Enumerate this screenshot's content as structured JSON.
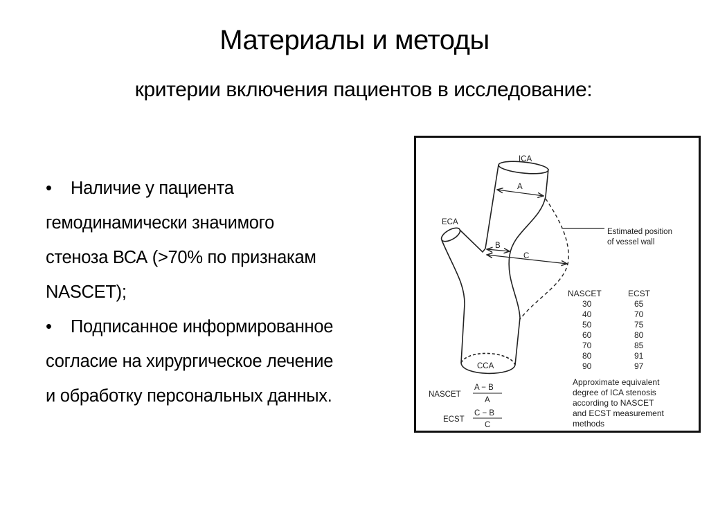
{
  "slide": {
    "title": "Материалы и методы",
    "subtitle": "критерии включения пациентов в исследование:",
    "bullets": [
      {
        "marker": "•",
        "lines": [
          "Наличие у пациента",
          "гемодинамически значимого",
          "стеноза ВСА (>70% по признакам",
          "NASCET);"
        ]
      },
      {
        "marker": "•",
        "lines": [
          "Подписанное информированное",
          "согласие на хирургическое лечение",
          "и обработку персональных данных."
        ]
      }
    ]
  },
  "figure": {
    "labels": {
      "ica": "ICA",
      "eca": "ECA",
      "cca": "CCA",
      "a": "A",
      "b": "B",
      "c": "C",
      "estimated_line1": "Estimated position",
      "estimated_line2": "of vessel wall"
    },
    "table": {
      "headers": [
        "NASCET",
        "ECST"
      ],
      "rows": [
        [
          "30",
          "65"
        ],
        [
          "40",
          "70"
        ],
        [
          "50",
          "75"
        ],
        [
          "60",
          "80"
        ],
        [
          "70",
          "85"
        ],
        [
          "80",
          "91"
        ],
        [
          "90",
          "97"
        ]
      ]
    },
    "caption_lines": [
      "Approximate equivalent",
      "degree of ICA stenosis",
      "according to NASCET",
      "and ECST measurement",
      "methods"
    ],
    "formulas": {
      "nascet_label": "NASCET",
      "nascet_num": "A − B",
      "nascet_den": "A",
      "ecst_label": "ECST",
      "ecst_num": "C − B",
      "ecst_den": "C"
    }
  }
}
